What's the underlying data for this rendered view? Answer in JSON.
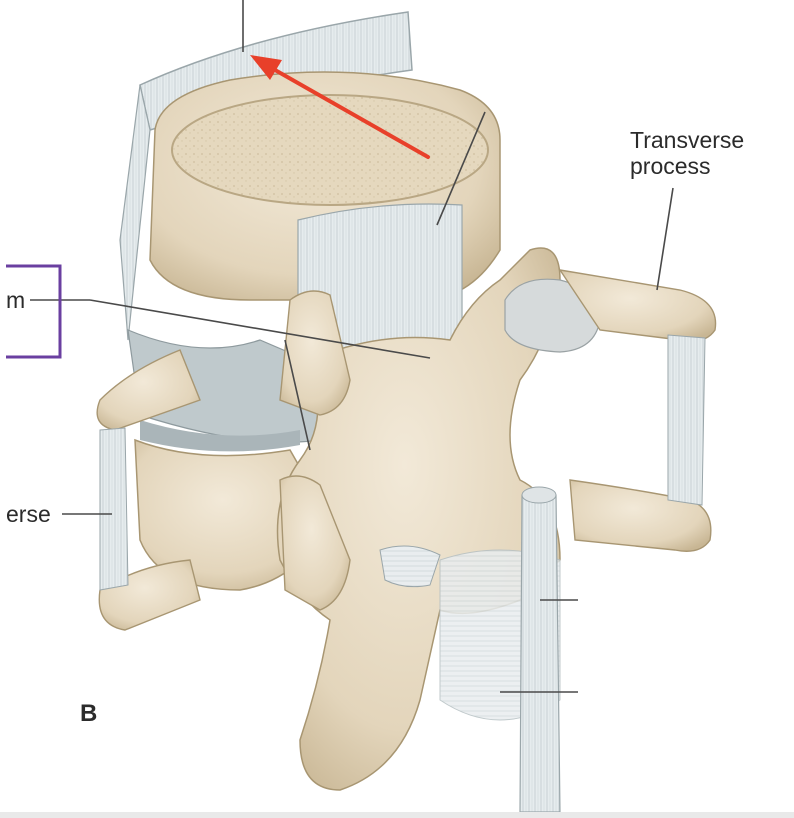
{
  "labels": {
    "transverse_process": "Transverse\nprocess",
    "partial_left_top": "m",
    "partial_left_bottom": "erse"
  },
  "figure_letter": "B",
  "colors": {
    "bone": "#e8dcc6",
    "bone_shadow": "#c9b89a",
    "ligament": "#e4e8ea",
    "disc": "#b9c3c6",
    "annotation_arrow": "#e8402a",
    "highlight_box": "#6a3fa0",
    "leader_line": "#4a4a4a"
  }
}
